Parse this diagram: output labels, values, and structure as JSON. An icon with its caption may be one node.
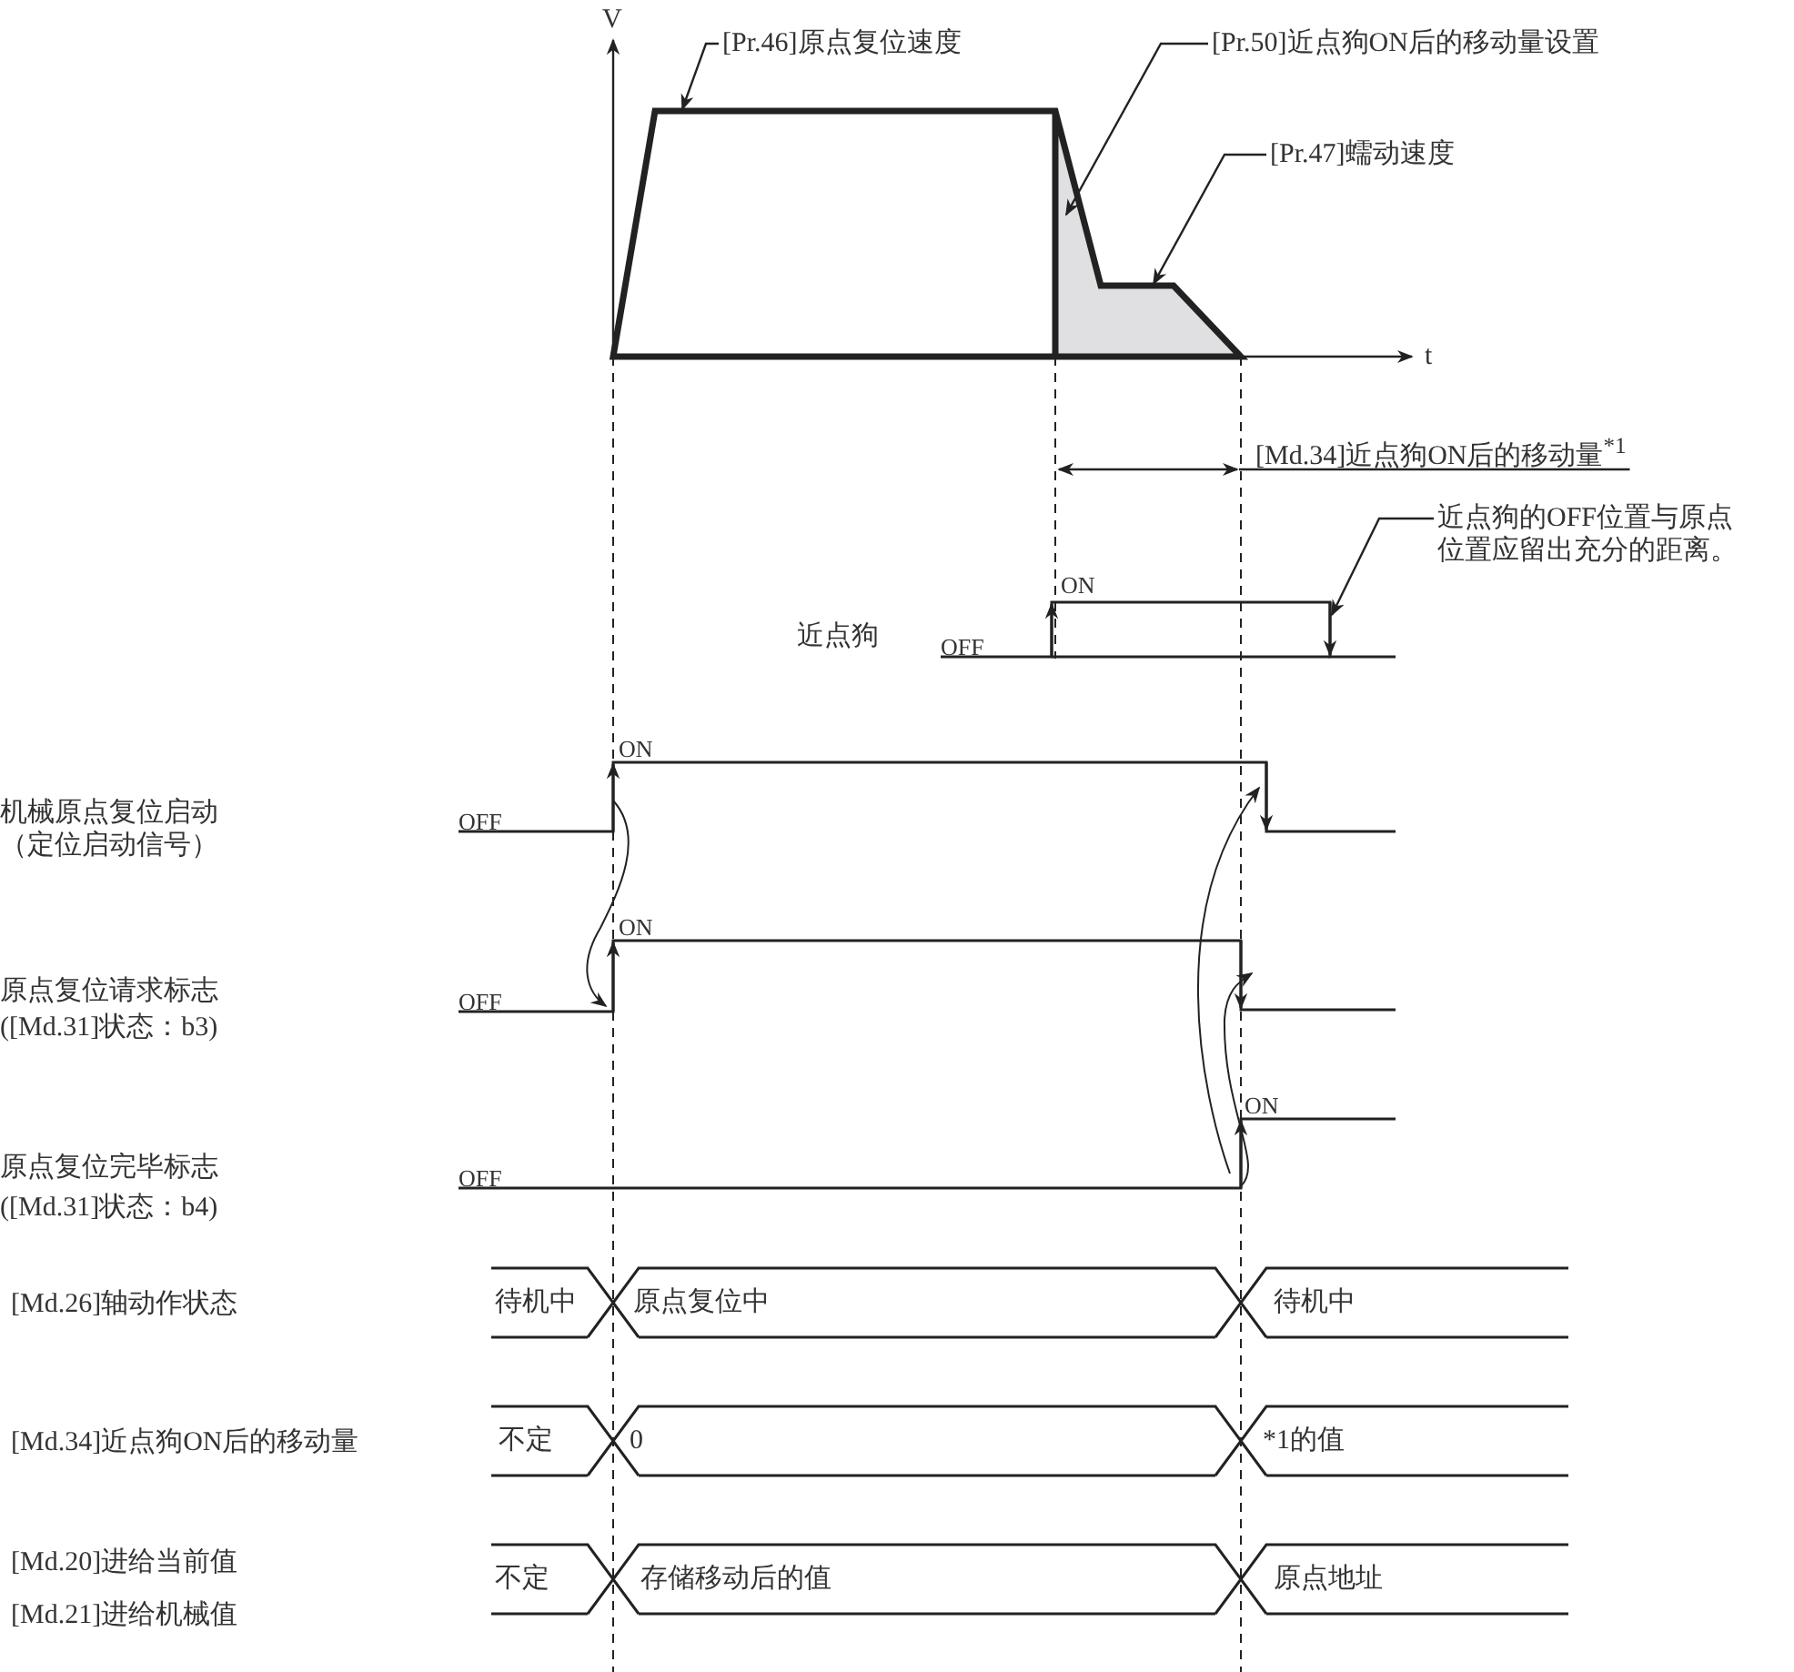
{
  "diagram": {
    "nodes": [
      {
        "text": [
          "[Pr.46]原点复位速度"
        ]
      },
      {
        "text": [
          "[Pr.50]近点狗ON后的移动量设置"
        ]
      },
      {
        "text": [
          "[Pr.47]蠕动速度"
        ]
      },
      {
        "text": [
          "[Md.34]近点狗ON后的移动量$^{*1}$"
        ]
      },
      {
        "text": [
          "近点狗的OFF位置与原点位置应留出充分的距离。"
        ]
      },
      {
        "text": [],
        "shape": "line"
      },
      {
        "text": [],
        "shape": "area",
        "in": 5
      },
      {
        "text": [],
        "shape": "arrow"
      }
    ],
    "edges": [
      {
        "from": 0,
        "to": 5,
        "arrow": "to"
      },
      {
        "from": 1,
        "to": 6,
        "arrow": "to"
      },
      {
        "from": 2,
        "to": 5,
        "arrow": "to"
      },
      {
        "from": 3,
        "to": 7,
        "arrow": "none"
      },
      {
        "from": 4,
        "to": null,
        "arrow": "to"
      }
    ],
    "labels": [
      "V",
      "t",
      "ON",
      "近点狗",
      "OFF",
      "ON",
      "机械原点复位启动（定位启动信号）",
      "OFF",
      "ON",
      "原点复位请求标志",
      "OFF",
      "([Md.31]状态：b3)",
      "ON",
      "原点复位完毕标志",
      "OFF",
      "([Md.31]状态：b4)",
      "[Md.26]轴动作状态",
      "待机中",
      "原点复位中",
      "待机中",
      "[Md.34]近点狗ON后的移动量",
      "不定",
      "0",
      "*1的值",
      "[Md.20]进给当前值",
      "不定",
      "存储移动后的值",
      "原点地址",
      "[Md.21]进给机械值"
    ]
  }
}
